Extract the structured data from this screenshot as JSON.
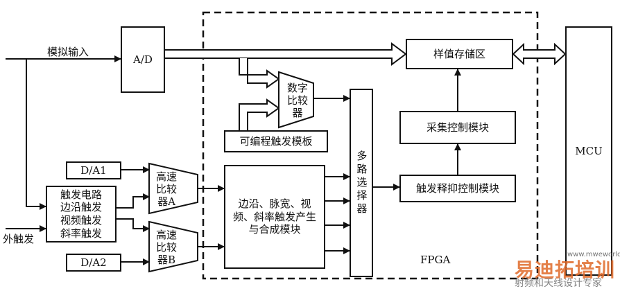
{
  "labels": {
    "analog_input": "模拟输入",
    "ad": "A/D",
    "sample_storage": "样值存储区",
    "digital_comparator": "数字比较器",
    "programmable_template": "可编程触发模板",
    "mux": "多路选择器",
    "acquisition_ctrl": "采集控制模块",
    "trigger_hold_ctrl": "触发释抑控制模块",
    "mcu": "MCU",
    "da1": "D/A1",
    "da2": "D/A2",
    "hs_comp_a": "高速比较器A",
    "hs_comp_b": "高速比较器B",
    "trigger_circuit": "触发电路边沿触发视频触发斜率触发",
    "trigger_gen": "边沿、脉宽、视频、斜率触发产生与合成模块",
    "ext_trigger": "外触发",
    "fpga": "FPGA"
  },
  "watermark": {
    "brand": "易迪拓培训",
    "slogan": "射频和天线设计专家",
    "site": "www.mweworld.com"
  }
}
